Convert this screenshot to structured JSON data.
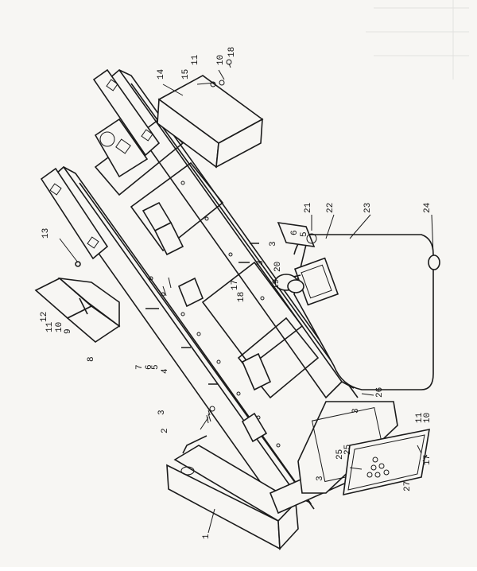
{
  "diagram": {
    "callouts": [
      {
        "id": "c1",
        "text": "1"
      },
      {
        "id": "c2",
        "text": "2"
      },
      {
        "id": "c3a",
        "text": "3"
      },
      {
        "id": "c3b",
        "text": "3"
      },
      {
        "id": "c3c",
        "text": "3"
      },
      {
        "id": "c3d",
        "text": "3"
      },
      {
        "id": "c3e",
        "text": "3"
      },
      {
        "id": "c4",
        "text": "4"
      },
      {
        "id": "c5a",
        "text": "5"
      },
      {
        "id": "c5b",
        "text": "5"
      },
      {
        "id": "c6a",
        "text": "6"
      },
      {
        "id": "c6b",
        "text": "6"
      },
      {
        "id": "c7",
        "text": "7"
      },
      {
        "id": "c8",
        "text": "8"
      },
      {
        "id": "c9",
        "text": "9"
      },
      {
        "id": "c10a",
        "text": "10"
      },
      {
        "id": "c10b",
        "text": "10"
      },
      {
        "id": "c10c",
        "text": "10"
      },
      {
        "id": "c11a",
        "text": "11"
      },
      {
        "id": "c11b",
        "text": "11"
      },
      {
        "id": "c11c",
        "text": "11"
      },
      {
        "id": "c12",
        "text": "12"
      },
      {
        "id": "c13",
        "text": "13"
      },
      {
        "id": "c14",
        "text": "14"
      },
      {
        "id": "c15",
        "text": "15"
      },
      {
        "id": "c17a",
        "text": "17"
      },
      {
        "id": "c17b",
        "text": "17"
      },
      {
        "id": "c18a",
        "text": "18"
      },
      {
        "id": "c18b",
        "text": "18"
      },
      {
        "id": "c19",
        "text": "19"
      },
      {
        "id": "c20",
        "text": "20"
      },
      {
        "id": "c21",
        "text": "21"
      },
      {
        "id": "c22",
        "text": "22"
      },
      {
        "id": "c23",
        "text": "23"
      },
      {
        "id": "c24",
        "text": "24"
      },
      {
        "id": "c25a",
        "text": "25"
      },
      {
        "id": "c25b",
        "text": "25"
      },
      {
        "id": "c26",
        "text": "26"
      },
      {
        "id": "c27",
        "text": "27"
      }
    ]
  }
}
